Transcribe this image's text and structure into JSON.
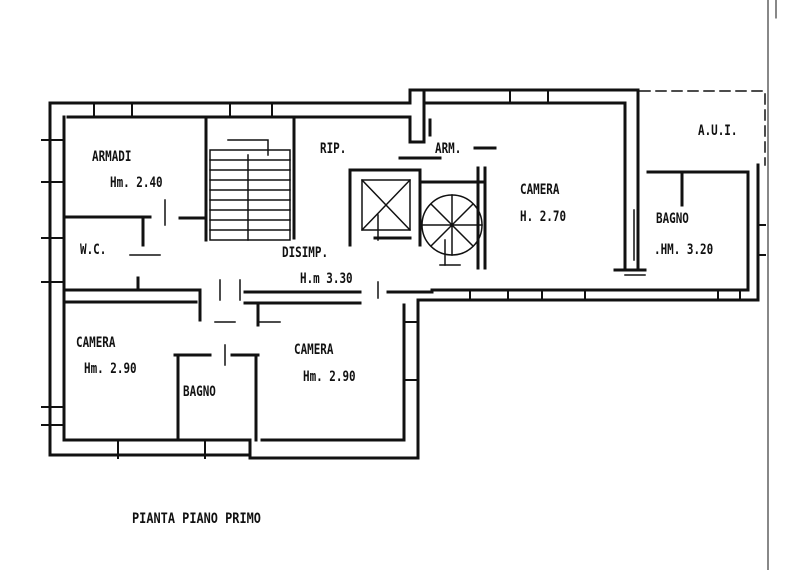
{
  "drawing": {
    "title": "PIANTA PIANO PRIMO",
    "line_color": "#111111",
    "background": "#ffffff"
  },
  "rooms": [
    {
      "id": "armadi",
      "name": "ARMADI",
      "height": "Hm. 2.40"
    },
    {
      "id": "wc",
      "name": "W.C.",
      "height": ""
    },
    {
      "id": "rip",
      "name": "RIP.",
      "height": ""
    },
    {
      "id": "arm",
      "name": "ARM.",
      "height": ""
    },
    {
      "id": "disimp",
      "name": "DISIMP.",
      "height": "H.m 3.30"
    },
    {
      "id": "camera-ne",
      "name": "CAMERA",
      "height": "H. 2.70"
    },
    {
      "id": "aui",
      "name": "A.U.I.",
      "height": ""
    },
    {
      "id": "bagno-e",
      "name": "BAGNO",
      "height": ".HM. 3.20"
    },
    {
      "id": "camera-sw",
      "name": "CAMERA",
      "height": "Hm. 2.90"
    },
    {
      "id": "bagno-s",
      "name": "BAGNO",
      "height": ""
    },
    {
      "id": "camera-s",
      "name": "CAMERA",
      "height": "Hm. 2.90"
    }
  ],
  "symbols": [
    {
      "id": "stair-straight",
      "label": "stair"
    },
    {
      "id": "elevator",
      "label": "elevator"
    },
    {
      "id": "spiral-stair",
      "label": "spiral stair"
    }
  ]
}
